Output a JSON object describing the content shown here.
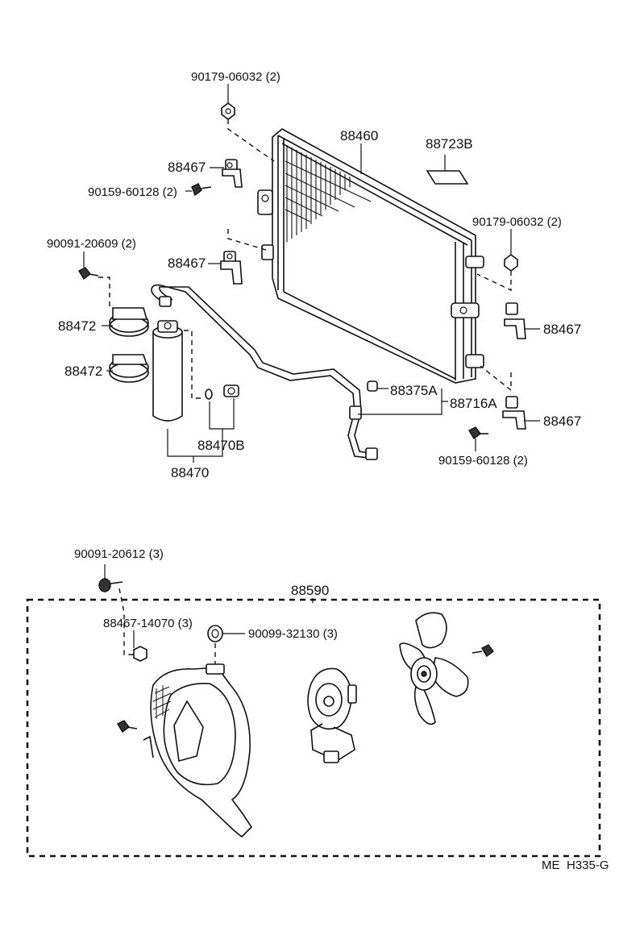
{
  "labels": {
    "nut_top": "90179-06032 (2)",
    "condenser": "88460",
    "label_plate": "88723B",
    "bracket_top_left": "88467",
    "bolt_left": "90159-60128 (2)",
    "nut_right": "90179-06032 (2)",
    "bolt_clamp": "90091-20609 (2)",
    "bracket_mid_left": "88467",
    "clamp_upper": "88472",
    "bracket_right_upper": "88467",
    "clamp_lower": "88472",
    "plug": "88375A",
    "pipe": "88716A",
    "bracket_right_lower": "88467",
    "switch": "88470B",
    "receiver": "88470",
    "bolt_right": "90159-60128 (2)",
    "fan_bolt": "90091-20612 (3)",
    "fan_assembly": "88590",
    "fan_nut": "88467-14070 (3)",
    "grommet": "90099-32130 (3)",
    "code_prefix": "ME",
    "code": "H335-G"
  }
}
